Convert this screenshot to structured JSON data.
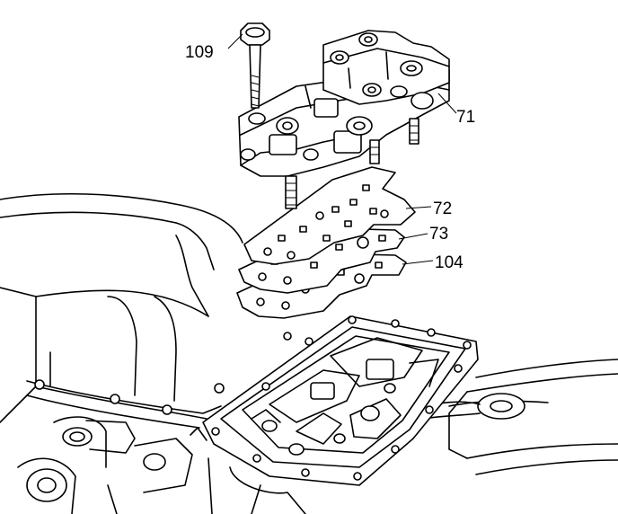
{
  "figure": {
    "callouts": [
      {
        "id": "c109",
        "text": "109"
      },
      {
        "id": "c71",
        "text": "71"
      },
      {
        "id": "c72",
        "text": "72"
      },
      {
        "id": "c73",
        "text": "73"
      },
      {
        "id": "c104",
        "text": "104"
      }
    ]
  },
  "colors": {
    "ink": "#000000",
    "paper": "#ffffff"
  }
}
